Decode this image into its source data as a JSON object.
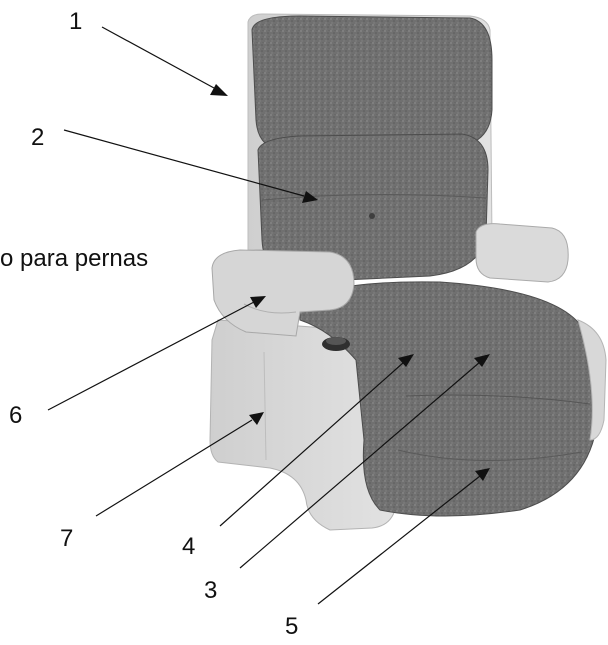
{
  "caption_text": "o para pernas",
  "callouts": [
    {
      "id": "1",
      "label": "1"
    },
    {
      "id": "2",
      "label": "2"
    },
    {
      "id": "3",
      "label": "3"
    },
    {
      "id": "4",
      "label": "4"
    },
    {
      "id": "5",
      "label": "5"
    },
    {
      "id": "6",
      "label": "6"
    },
    {
      "id": "7",
      "label": "7"
    }
  ],
  "colors": {
    "fabric": "#6e6e6e",
    "fabric_dark": "#555555",
    "shell": "#d4d4d4",
    "shell_shadow": "#b8b8b8",
    "leader": "#111111"
  }
}
